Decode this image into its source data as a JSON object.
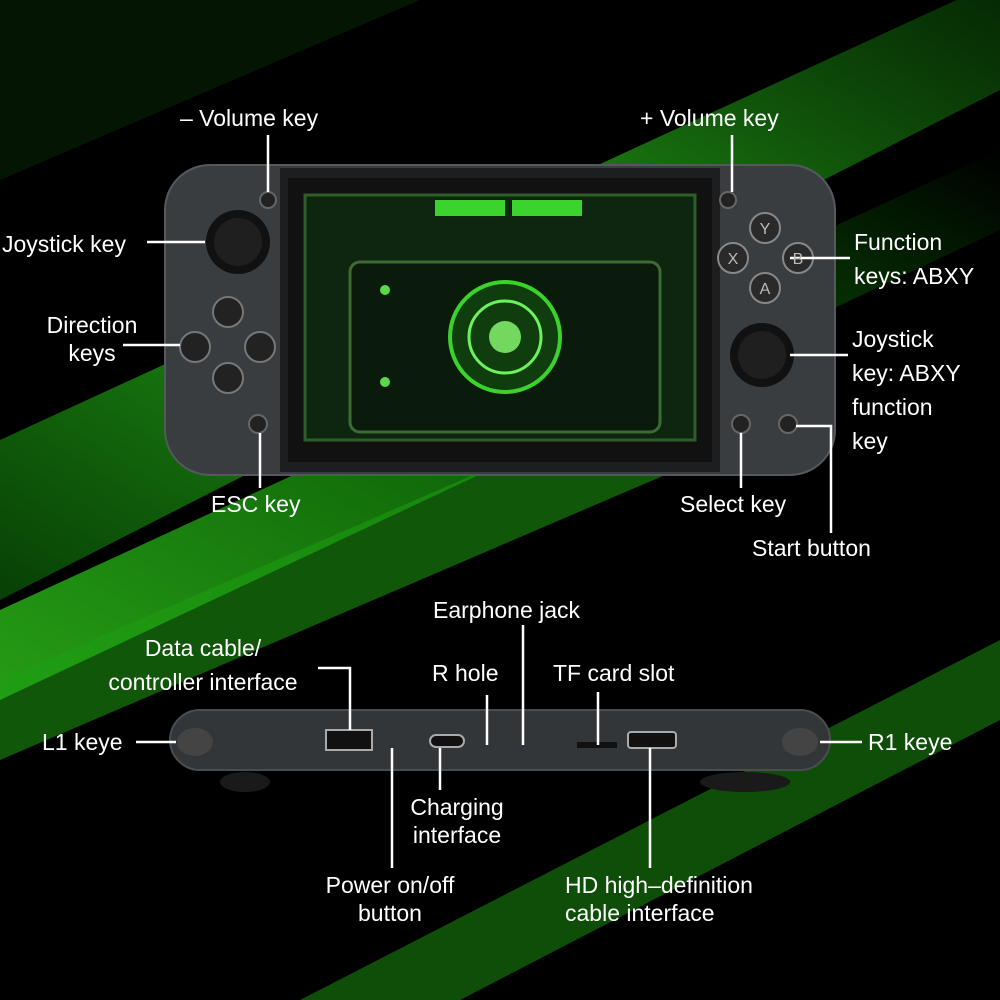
{
  "colors": {
    "accent": "#22c419",
    "background": "#000000",
    "label": "#ffffff"
  },
  "front_view": {
    "labels": {
      "volume_minus": "– Volume key",
      "volume_plus": "+ Volume key",
      "joystick_left": "Joystick key",
      "direction_keys_line1": "Direction",
      "direction_keys_line2": "keys",
      "function_keys_line1": "Function",
      "function_keys_line2": "keys: ABXY",
      "joystick_right_line1": "Joystick",
      "joystick_right_line2": "key: ABXY",
      "joystick_right_line3": "function",
      "joystick_right_line4": "key",
      "esc_key": "ESC key",
      "select_key": "Select key",
      "start_button": "Start button"
    },
    "face_buttons": [
      "Y",
      "X",
      "B",
      "A"
    ]
  },
  "top_view": {
    "labels": {
      "earphone_jack": "Earphone jack",
      "data_cable_line1": "Data cable/",
      "data_cable_line2": "controller interface",
      "r_hole": "R hole",
      "tf_card_slot": "TF card slot",
      "l1_key": "L1 keye",
      "r1_key": "R1 keye",
      "charging_line1": "Charging",
      "charging_line2": "interface",
      "power_line1": "Power on/off",
      "power_line2": "button",
      "hdmi_line1": "HD high–definition",
      "hdmi_line2": "cable interface"
    }
  }
}
